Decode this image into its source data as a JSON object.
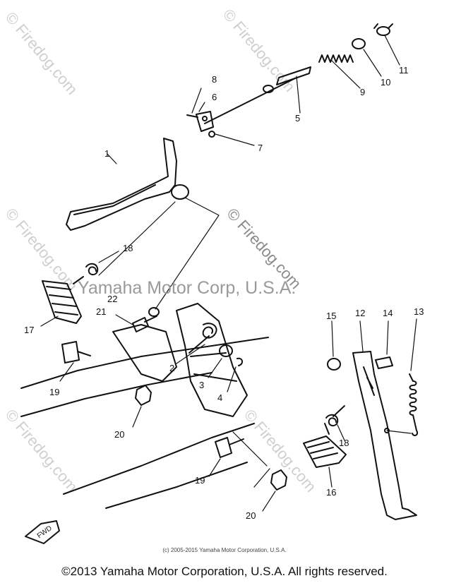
{
  "watermarks": {
    "site": "© Firedog.com",
    "brand": "Yamaha Motor Corp, U.S.A."
  },
  "callouts": [
    "1",
    "2",
    "3",
    "4",
    "5",
    "6",
    "7",
    "8",
    "9",
    "10",
    "11",
    "12",
    "13",
    "14",
    "15",
    "16",
    "17",
    "18",
    "18",
    "19",
    "19",
    "20",
    "20",
    "21",
    "22"
  ],
  "fwd_label": "FWD",
  "footer": {
    "small": "(c) 2005-2015 Yamaha Motor Corporation, U.S.A.",
    "main": "©2013 Yamaha Motor Corporation, U.S.A. All rights reserved."
  },
  "colors": {
    "ink": "#111111",
    "watermark": "#cfcfcf"
  }
}
